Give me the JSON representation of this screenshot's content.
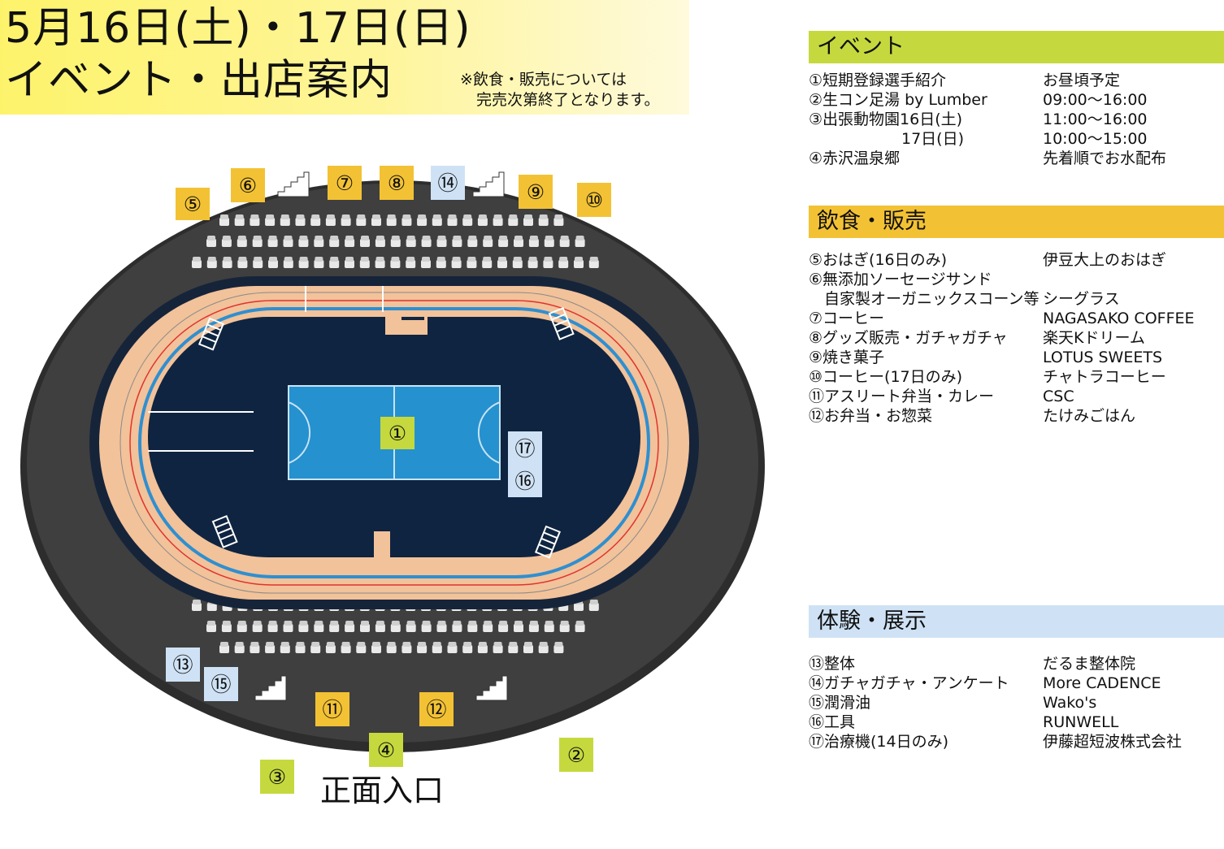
{
  "title": {
    "line1": "5月16日(土)・17日(日)",
    "line2": "イベント・出店案内",
    "note_line1": "※飲食・販売については",
    "note_line2": "完売次第終了となります。"
  },
  "map": {
    "entrance_label": "正面入口",
    "markers": {
      "m1": "①",
      "m2": "②",
      "m3": "③",
      "m4": "④",
      "m5": "⑤",
      "m6": "⑥",
      "m7": "⑦",
      "m8": "⑧",
      "m9": "⑨",
      "m10": "⑩",
      "m11": "⑪",
      "m12": "⑫",
      "m13": "⑬",
      "m14": "⑭",
      "m15": "⑮",
      "m16": "⑯",
      "m17": "⑰"
    },
    "colors": {
      "event": "#c5d93e",
      "food": "#f3c234",
      "experience": "#cfe2f5",
      "track": "#f2c29a",
      "infield": "#0f2440",
      "court": "#2591cf",
      "concourse": "#3e3e3e"
    },
    "icons": [
      "stairs-icon",
      "ladder-icon",
      "seat-icon"
    ]
  },
  "sections": {
    "event": {
      "header": "イベント",
      "items": [
        {
          "k": "①短期登録選手紹介",
          "v": "お昼頃予定"
        },
        {
          "k": "②生コン足湯 by Lumber",
          "v": "09:00〜16:00"
        },
        {
          "k": "③出張動物園16日(土)",
          "v": "11:00〜16:00"
        },
        {
          "k": "　　　　　　17日(日)",
          "v": "10:00〜15:00"
        },
        {
          "k": "④赤沢温泉郷",
          "v": "先着順でお水配布"
        }
      ]
    },
    "food": {
      "header": "飲食・販売",
      "items": [
        {
          "k": "⑤おはぎ(16日のみ)",
          "v": "伊豆大上のおはぎ"
        },
        {
          "k": "⑥無添加ソーセージサンド",
          "v": ""
        },
        {
          "k": "　自家製オーガニックスコーン等",
          "v": "シーグラス"
        },
        {
          "k": "⑦コーヒー",
          "v": "NAGASAKO COFFEE"
        },
        {
          "k": "⑧グッズ販売・ガチャガチャ",
          "v": "楽天Kドリーム"
        },
        {
          "k": "⑨焼き菓子",
          "v": "LOTUS SWEETS"
        },
        {
          "k": "⑩コーヒー(17日のみ)",
          "v": "チャトラコーヒー"
        },
        {
          "k": "⑪アスリート弁当・カレー",
          "v": "CSC"
        },
        {
          "k": "⑫お弁当・お惣菜",
          "v": "たけみごはん"
        }
      ]
    },
    "experience": {
      "header": "体験・展示",
      "items": [
        {
          "k": "⑬整体",
          "v": "だるま整体院"
        },
        {
          "k": "⑭ガチャガチャ・アンケート",
          "v": "More CADENCE"
        },
        {
          "k": "⑮潤滑油",
          "v": "Wako's"
        },
        {
          "k": "⑯工具",
          "v": "RUNWELL"
        },
        {
          "k": "⑰治療機(14日のみ)",
          "v": "伊藤超短波株式会社"
        }
      ]
    }
  }
}
